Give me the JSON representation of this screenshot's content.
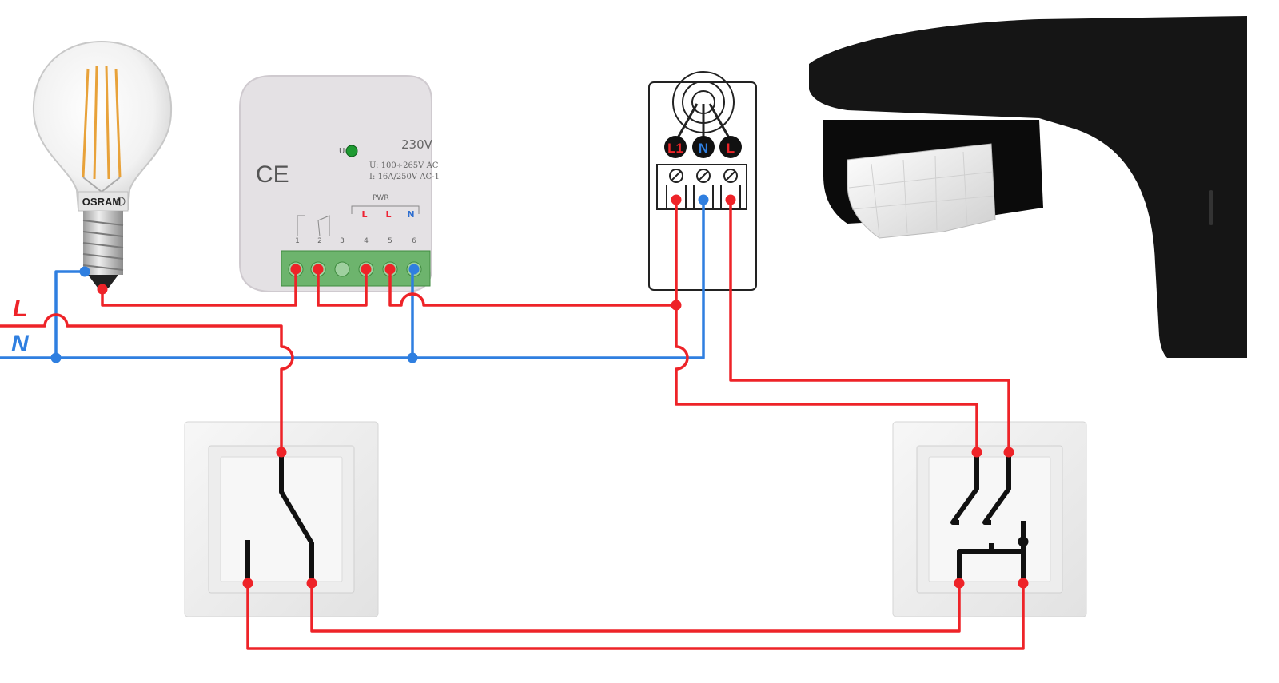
{
  "colors": {
    "live": "#ee2328",
    "neutral": "#2f7fe0",
    "switch_contact": "#111111",
    "relay_body": "#e4e1e4",
    "terminal_green": "#6db46d",
    "sensor_body": "#151515"
  },
  "supply": {
    "live_label": "L",
    "neutral_label": "N"
  },
  "bulb": {
    "brand": "OSRAM"
  },
  "relay": {
    "voltage": "230V",
    "led_label": "U",
    "ce_mark": "CE",
    "spec_voltage": "U: 100÷265V AC",
    "spec_current": "I: 16A/250V AC-1",
    "pwr_label": "PWR",
    "terminal_numbers": [
      "1",
      "2",
      "3",
      "4",
      "5",
      "6"
    ],
    "pwr_terminals": [
      "L",
      "L",
      "N"
    ]
  },
  "sensor_terminal_block": {
    "terminals": [
      "L1",
      "N",
      "L"
    ]
  },
  "switches": {
    "left_type": "single-pole",
    "right_type": "double"
  },
  "icons": {
    "bulb": "light-bulb-icon",
    "sensor": "motion-sensor-icon",
    "relay": "relay-module-icon"
  }
}
